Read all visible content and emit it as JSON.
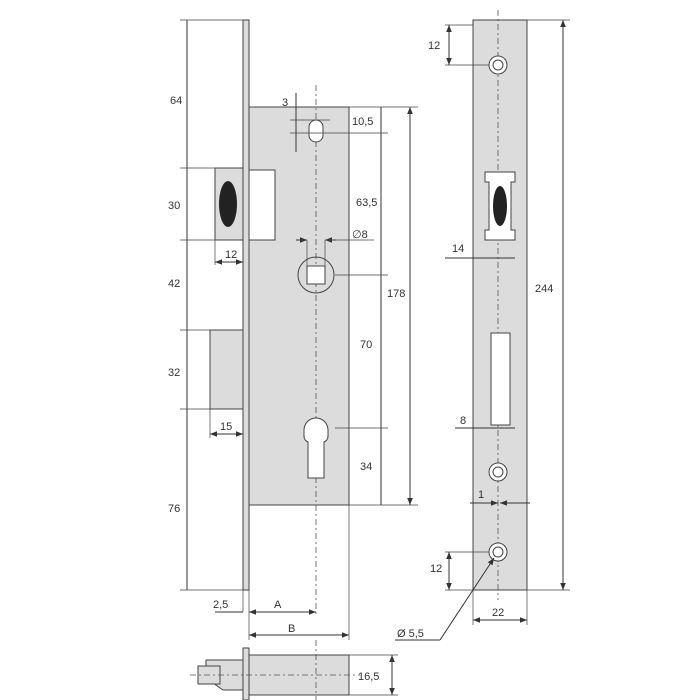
{
  "colors": {
    "part": "#dcdcdd",
    "line": "#333333"
  },
  "front_view": {
    "left_dims": [
      "64",
      "30",
      "42",
      "32",
      "76"
    ],
    "latch_depth": "12",
    "bolt_depth": "15",
    "slot_width": "3",
    "right_dims": [
      "10,5",
      "63,5",
      "70",
      "34"
    ],
    "overall_height": "178",
    "spindle": "∅8",
    "spindle_label": "8",
    "faceplate_thickness": "2,5",
    "backset_label": "A",
    "body_depth_label": "B"
  },
  "side_view": {
    "top_hole": "12",
    "latch_width": "14",
    "plate_length": "244",
    "bolt_width": "8",
    "offset": "1",
    "bottom_hole": "12",
    "plate_width": "22",
    "hole_diameter": "Ø 5,5"
  },
  "bottom_view": {
    "thickness": "16,5"
  }
}
